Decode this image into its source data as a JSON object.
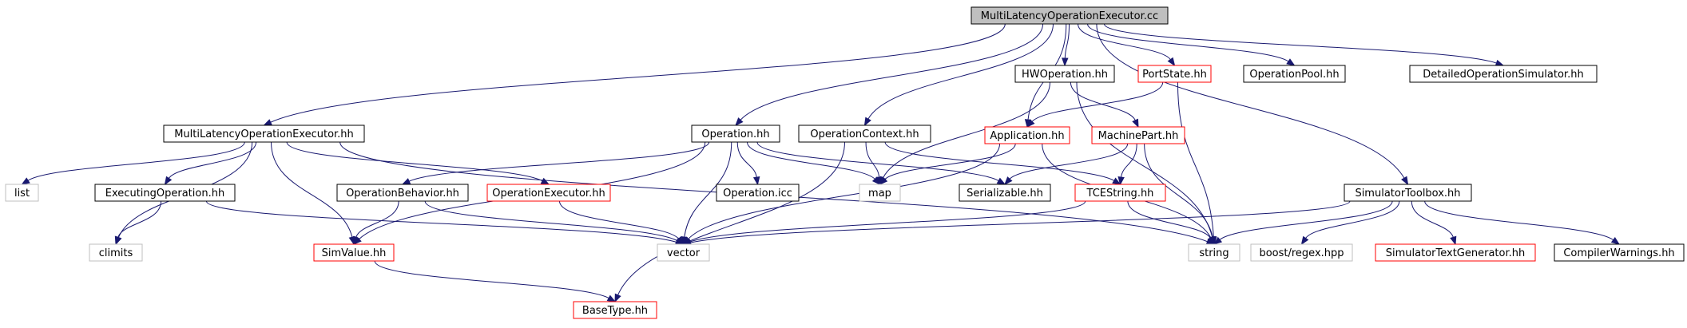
{
  "graph": {
    "colors": {
      "root_fill": "#bfbfbf",
      "edge": "#191970",
      "border_documented": "#000000",
      "border_undocumented": "#ff0000",
      "border_system": "#bfbfbf"
    },
    "nodes": [
      {
        "id": "root",
        "label": "MultiLatencyOperationExecutor.cc",
        "kind": "root"
      },
      {
        "id": "mloe_hh",
        "label": "MultiLatencyOperationExecutor.hh",
        "kind": "documented"
      },
      {
        "id": "operation_hh",
        "label": "Operation.hh",
        "kind": "documented"
      },
      {
        "id": "opcontext_hh",
        "label": "OperationContext.hh",
        "kind": "documented"
      },
      {
        "id": "application_hh",
        "label": "Application.hh",
        "kind": "undocumented"
      },
      {
        "id": "hwoperation_hh",
        "label": "HWOperation.hh",
        "kind": "documented"
      },
      {
        "id": "portstate_hh",
        "label": "PortState.hh",
        "kind": "undocumented"
      },
      {
        "id": "operationpool_hh",
        "label": "OperationPool.hh",
        "kind": "documented"
      },
      {
        "id": "detailedopsim_hh",
        "label": "DetailedOperationSimulator.hh",
        "kind": "documented"
      },
      {
        "id": "simtoolbox_hh",
        "label": "SimulatorToolbox.hh",
        "kind": "documented"
      },
      {
        "id": "list",
        "label": "list",
        "kind": "system"
      },
      {
        "id": "executingop_hh",
        "label": "ExecutingOperation.hh",
        "kind": "documented"
      },
      {
        "id": "climits",
        "label": "climits",
        "kind": "system"
      },
      {
        "id": "simvalue_hh",
        "label": "SimValue.hh",
        "kind": "undocumented"
      },
      {
        "id": "opexecutor_hh",
        "label": "OperationExecutor.hh",
        "kind": "undocumented"
      },
      {
        "id": "opbehavior_hh",
        "label": "OperationBehavior.hh",
        "kind": "documented"
      },
      {
        "id": "operation_icc",
        "label": "Operation.icc",
        "kind": "documented"
      },
      {
        "id": "map",
        "label": "map",
        "kind": "system"
      },
      {
        "id": "vector",
        "label": "vector",
        "kind": "system"
      },
      {
        "id": "basetype_hh",
        "label": "BaseType.hh",
        "kind": "undocumented"
      },
      {
        "id": "serializable_hh",
        "label": "Serializable.hh",
        "kind": "documented"
      },
      {
        "id": "machinepart_hh",
        "label": "MachinePart.hh",
        "kind": "undocumented"
      },
      {
        "id": "tcestring_hh",
        "label": "TCEString.hh",
        "kind": "undocumented"
      },
      {
        "id": "string",
        "label": "string",
        "kind": "system"
      },
      {
        "id": "boostregex",
        "label": "boost/regex.hpp",
        "kind": "system"
      },
      {
        "id": "simtextgen_hh",
        "label": "SimulatorTextGenerator.hh",
        "kind": "undocumented"
      },
      {
        "id": "compilerwarnings_hh",
        "label": "CompilerWarnings.hh",
        "kind": "documented"
      }
    ],
    "edges": [
      [
        "root",
        "mloe_hh"
      ],
      [
        "root",
        "operation_hh"
      ],
      [
        "root",
        "opcontext_hh"
      ],
      [
        "root",
        "application_hh"
      ],
      [
        "root",
        "hwoperation_hh"
      ],
      [
        "root",
        "portstate_hh"
      ],
      [
        "root",
        "operationpool_hh"
      ],
      [
        "root",
        "detailedopsim_hh"
      ],
      [
        "root",
        "simtoolbox_hh"
      ],
      [
        "mloe_hh",
        "list"
      ],
      [
        "mloe_hh",
        "executingop_hh"
      ],
      [
        "mloe_hh",
        "climits"
      ],
      [
        "mloe_hh",
        "simvalue_hh"
      ],
      [
        "mloe_hh",
        "opexecutor_hh"
      ],
      [
        "mloe_hh",
        "string"
      ],
      [
        "executingop_hh",
        "climits"
      ],
      [
        "executingop_hh",
        "vector"
      ],
      [
        "operation_hh",
        "simvalue_hh"
      ],
      [
        "operation_hh",
        "opbehavior_hh"
      ],
      [
        "operation_hh",
        "operation_icc"
      ],
      [
        "operation_hh",
        "map"
      ],
      [
        "operation_hh",
        "vector"
      ],
      [
        "operation_hh",
        "serializable_hh"
      ],
      [
        "opcontext_hh",
        "map"
      ],
      [
        "opcontext_hh",
        "basetype_hh"
      ],
      [
        "opcontext_hh",
        "tcestring_hh"
      ],
      [
        "application_hh",
        "map"
      ],
      [
        "application_hh",
        "vector"
      ],
      [
        "application_hh",
        "string"
      ],
      [
        "hwoperation_hh",
        "map"
      ],
      [
        "hwoperation_hh",
        "machinepart_hh"
      ],
      [
        "hwoperation_hh",
        "string"
      ],
      [
        "portstate_hh",
        "application_hh"
      ],
      [
        "portstate_hh",
        "string"
      ],
      [
        "machinepart_hh",
        "serializable_hh"
      ],
      [
        "machinepart_hh",
        "tcestring_hh"
      ],
      [
        "machinepart_hh",
        "string"
      ],
      [
        "tcestring_hh",
        "vector"
      ],
      [
        "tcestring_hh",
        "string"
      ],
      [
        "opbehavior_hh",
        "simvalue_hh"
      ],
      [
        "opbehavior_hh",
        "vector"
      ],
      [
        "opexecutor_hh",
        "vector"
      ],
      [
        "simvalue_hh",
        "basetype_hh"
      ],
      [
        "simtoolbox_hh",
        "vector"
      ],
      [
        "simtoolbox_hh",
        "string"
      ],
      [
        "simtoolbox_hh",
        "boostregex"
      ],
      [
        "simtoolbox_hh",
        "simtextgen_hh"
      ],
      [
        "simtoolbox_hh",
        "compilerwarnings_hh"
      ]
    ]
  }
}
